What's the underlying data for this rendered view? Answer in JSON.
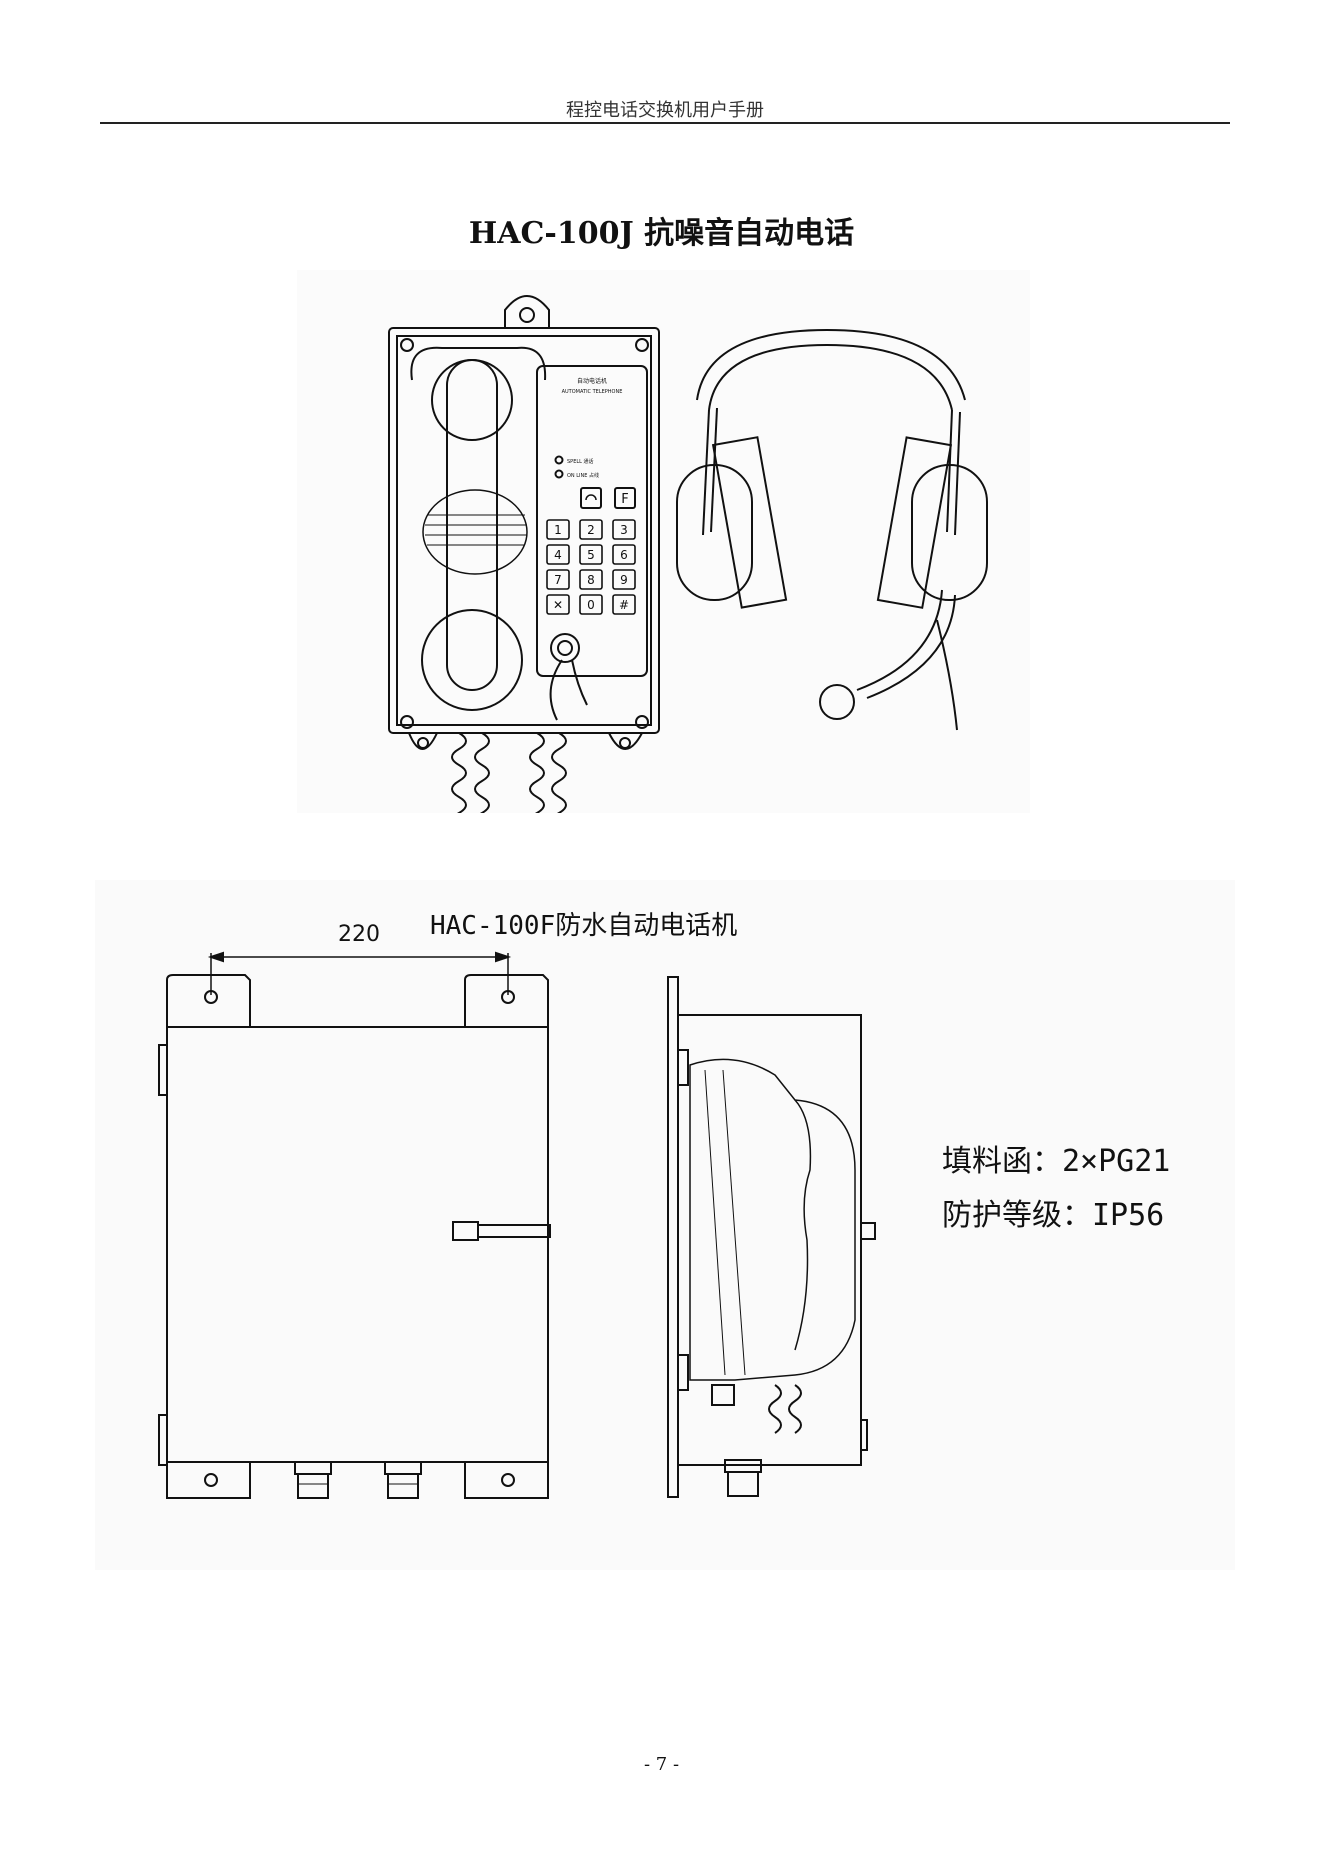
{
  "header": {
    "title": "程控电话交换机用户手册"
  },
  "section1": {
    "title": "HAC-100J 抗噪音自动电话",
    "panel_label_cn": "自动电话机",
    "panel_label_en": "AUTOMATIC TELEPHONE",
    "indicator1": "SPELL 通话",
    "indicator2": "ON LINE 占线",
    "func_key": "F",
    "keys": [
      "1",
      "2",
      "3",
      "4",
      "5",
      "6",
      "7",
      "8",
      "9",
      "✕",
      "0",
      "#"
    ]
  },
  "section2": {
    "title": "HAC-100F防水自动电话机",
    "dimension": "220",
    "spec1": "填料函：2×PG21",
    "spec2": "防护等级：IP56"
  },
  "footer": {
    "page_number": "- 7 -"
  }
}
